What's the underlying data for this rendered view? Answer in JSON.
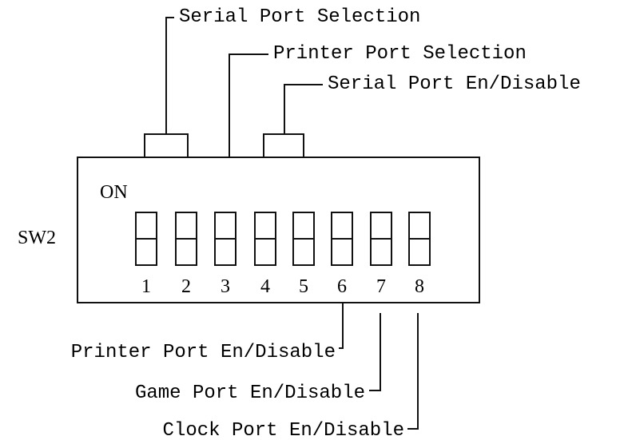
{
  "diagram": {
    "switch_label": "SW2",
    "on_label": "ON",
    "switch_numbers": [
      "1",
      "2",
      "3",
      "4",
      "5",
      "6",
      "7",
      "8"
    ],
    "callouts_top": [
      "Serial Port Selection",
      "Printer Port Selection",
      "Serial Port En/Disable"
    ],
    "callouts_bottom": [
      "Printer Port En/Disable",
      "Game Port En/Disable",
      "Clock Port En/Disable"
    ]
  }
}
